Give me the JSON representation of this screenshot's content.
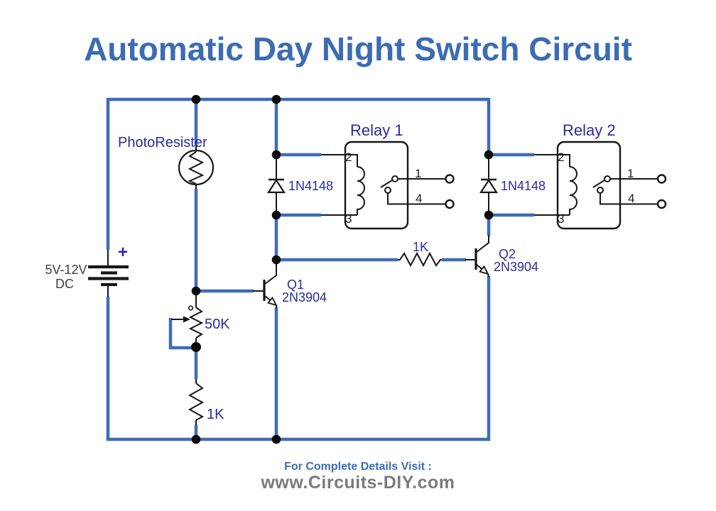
{
  "title": "Automatic Day Night Switch Circuit",
  "colors": {
    "title_blue": "#3b6cb4",
    "wire_blue": "#3e6cb8",
    "label_navy": "#2a2a9e",
    "component_black": "#161616",
    "footer_blue": "#3a6db5",
    "footer_gray": "#7b7b7b"
  },
  "schematic": {
    "battery": {
      "polarity": "+",
      "voltage": "5V-12V",
      "supply_type": "DC"
    },
    "photoresistor_label": "PhotoResister",
    "potentiometer_value": "50K",
    "resistor1_value": "1K",
    "resistor2_value": "1K",
    "q1_ref": "Q1",
    "q1_part": "2N3904",
    "q2_ref": "Q2",
    "q2_part": "2N3904",
    "diode1_part": "1N4148",
    "diode2_part": "1N4148",
    "relay1_label": "Relay 1",
    "relay2_label": "Relay 2",
    "relay_pins": {
      "top_left": "2",
      "bottom_left": "3",
      "top_right": "1",
      "bottom_right": "4"
    }
  },
  "footer": {
    "line1": "For Complete Details Visit :",
    "line2": "www.Circuits-DIY.com"
  }
}
